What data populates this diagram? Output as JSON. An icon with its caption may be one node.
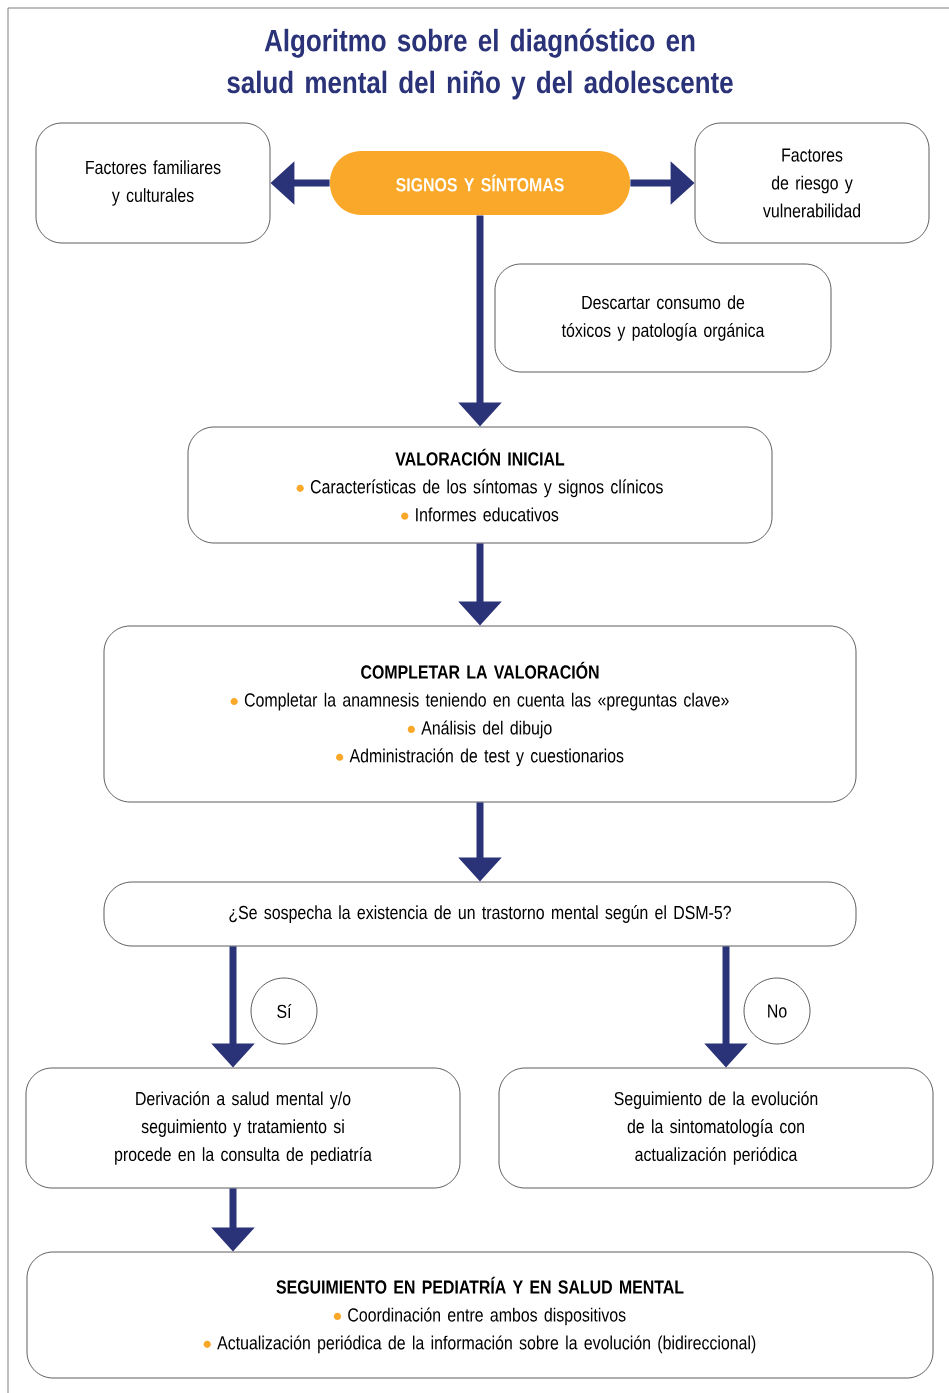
{
  "diagram": {
    "title": "Algoritmo sobre el diagnóstico en salud mental del niño y del adolescente",
    "nodes": [
      {
        "text": [
          "SIGNOS Y SÍNTOMAS"
        ]
      },
      {
        "text": [
          "Factores familiares y culturales"
        ]
      },
      {
        "text": [
          "Factores de riesgo y vulnerabilidad"
        ]
      },
      {
        "text": [
          "Descartar consumo de tóxicos y patología orgánica"
        ]
      },
      {
        "text": [
          "VALORACIÓN INICIAL",
          "Características de los síntomas y signos clínicos",
          "Informes educativos"
        ]
      },
      {
        "text": [
          "COMPLETAR LA VALORACIÓN",
          "Completar la anamnesis teniendo en cuenta las «preguntas clave»",
          "Análisis del dibujo",
          "Administración de test y cuestionarios"
        ]
      },
      {
        "text": [
          "¿Se sospecha la existencia de un trastorno mental según el DSM-5?"
        ]
      },
      {
        "text": [
          "Derivación a salud mental y/o seguimiento y tratamiento si procede en la consulta de pediatría"
        ]
      },
      {
        "text": [
          "Seguimiento de la evolución de la sintomatología con actualización periódica"
        ]
      },
      {
        "text": [
          "SEGUIMIENTO EN PEDIATRÍA Y EN SALUD MENTAL",
          "Coordinación entre ambos dispositivos",
          "Actualización periódica de la información sobre la evolución (bidireccional)"
        ]
      }
    ],
    "edges": [
      {
        "from": 0,
        "to": 1,
        "arrow": "to"
      },
      {
        "from": 0,
        "to": 2,
        "arrow": "to"
      },
      {
        "from": 0,
        "to": 4,
        "arrow": "to"
      },
      {
        "from": 4,
        "to": 5,
        "arrow": "to"
      },
      {
        "from": 5,
        "to": 6,
        "arrow": "to"
      },
      {
        "from": 6,
        "to": 7,
        "arrow": "to",
        "label": "Sí"
      },
      {
        "from": 6,
        "to": 8,
        "arrow": "to",
        "label": "No"
      },
      {
        "from": 7,
        "to": 9,
        "arrow": "to"
      }
    ]
  }
}
